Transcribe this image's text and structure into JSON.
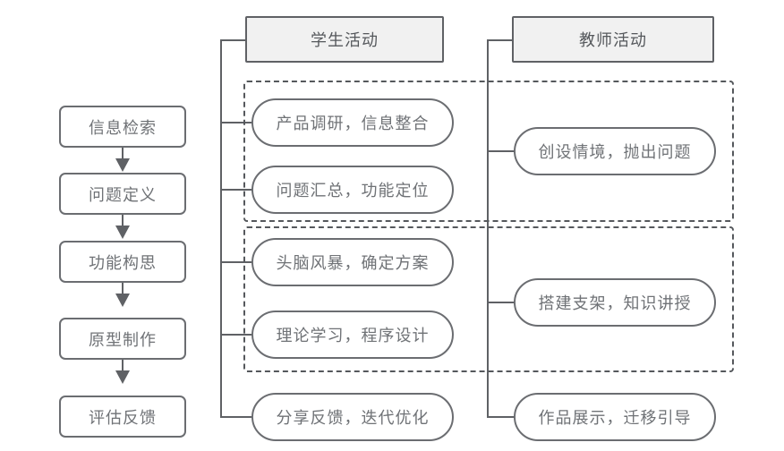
{
  "diagram": {
    "title": "教学活动流程图",
    "colors": {
      "box_border": "#6b6d71",
      "header_fill": "#f1f1f1",
      "header_border": "#5f6165",
      "text": "#6f7276",
      "dashed_border": "#55585c",
      "connector": "#5f6165",
      "background": "#ffffff"
    },
    "process_column": {
      "steps": [
        {
          "label": "信息检索"
        },
        {
          "label": "问题定义"
        },
        {
          "label": "功能构思"
        },
        {
          "label": "原型制作"
        },
        {
          "label": "评估反馈"
        }
      ]
    },
    "student_column": {
      "header": "学生活动",
      "items": [
        {
          "label": "产品调研，信息整合"
        },
        {
          "label": "问题汇总，功能定位"
        },
        {
          "label": "头脑风暴，确定方案"
        },
        {
          "label": "理论学习，程序设计"
        },
        {
          "label": "分享反馈，迭代优化"
        }
      ]
    },
    "teacher_column": {
      "header": "教师活动",
      "items": [
        {
          "label": "创设情境，抛出问题"
        },
        {
          "label": "搭建支架，知识讲授"
        },
        {
          "label": "作品展示，迁移引导"
        }
      ]
    },
    "phase_groups": [
      {
        "name": "phase-1"
      },
      {
        "name": "phase-2"
      }
    ]
  }
}
